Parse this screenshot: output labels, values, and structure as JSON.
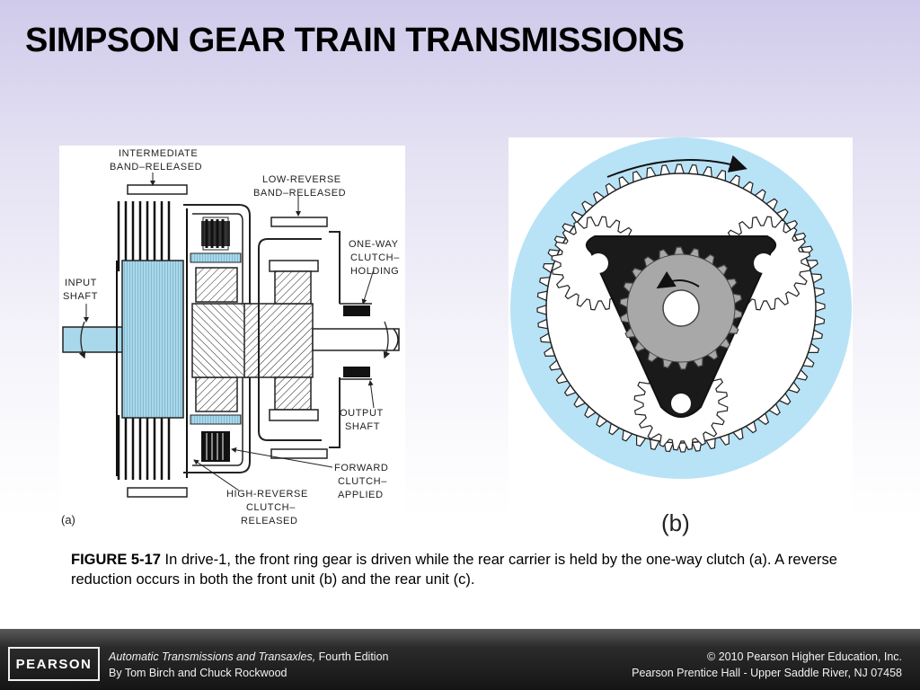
{
  "slide": {
    "title": "SIMPSON GEAR TRAIN TRANSMISSIONS"
  },
  "figure_a": {
    "panel_label": "(a)",
    "labels": {
      "intermediate_band_1": "INTERMEDIATE",
      "intermediate_band_2": "BAND–RELEASED",
      "low_reverse_band_1": "LOW-REVERSE",
      "low_reverse_band_2": "BAND–RELEASED",
      "one_way_clutch_1": "ONE-WAY",
      "one_way_clutch_2": "CLUTCH–",
      "one_way_clutch_3": "HOLDING",
      "input_shaft_1": "INPUT",
      "input_shaft_2": "SHAFT",
      "output_shaft_1": "OUTPUT",
      "output_shaft_2": "SHAFT",
      "forward_clutch_1": "FORWARD",
      "forward_clutch_2": "CLUTCH–",
      "forward_clutch_3": "APPLIED",
      "high_reverse_1": "HIGH-REVERSE",
      "high_reverse_2": "CLUTCH–",
      "high_reverse_3": "RELEASED"
    }
  },
  "figure_b": {
    "panel_label": "(b)",
    "colors": {
      "ring": "#b8e3f6",
      "carrier": "#1a1a1a",
      "sun": "#a8a8a8"
    }
  },
  "caption": {
    "figure_number": "FIGURE 5-17",
    "text": " In drive-1, the front ring gear is driven while the rear carrier is held by the one-way clutch (a). A reverse reduction occurs in both the front unit (b) and the rear unit (c)."
  },
  "footer": {
    "logo": "PEARSON",
    "book_title": "Automatic Transmissions and Transaxles,",
    "edition": " Fourth Edition",
    "authors": "By Tom Birch and Chuck Rockwood",
    "copyright": "© 2010 Pearson Higher Education, Inc.",
    "publisher": "Pearson Prentice Hall - Upper Saddle River, NJ 07458"
  }
}
